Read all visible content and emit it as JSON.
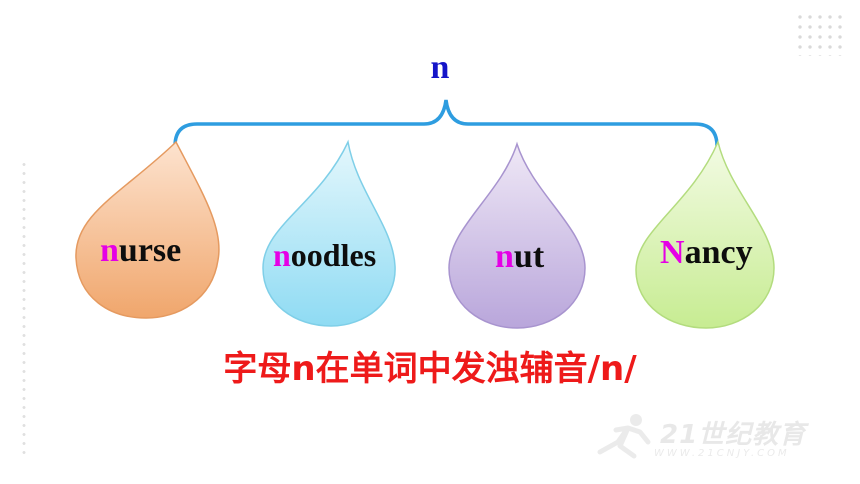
{
  "top_letter": "n",
  "words": [
    {
      "first": "n",
      "rest": "urse",
      "fill_top": "#fde3cf",
      "fill_bottom": "#f0a66c",
      "stroke": "#e59a60"
    },
    {
      "first": "n",
      "rest": "oodles",
      "fill_top": "#e4f7fc",
      "fill_bottom": "#8fdbf3",
      "stroke": "#7fcfe8"
    },
    {
      "first": "n",
      "rest": "ut",
      "fill_top": "#efe8f6",
      "fill_bottom": "#b9a6db",
      "stroke": "#a894cf"
    },
    {
      "first": "N",
      "rest": "ancy",
      "fill_top": "#f3fbe4",
      "fill_bottom": "#c7ec92",
      "stroke": "#b3dc7e"
    }
  ],
  "caption": "字母n在单词中发浊辅音/n/",
  "colors": {
    "brace": "#2e9de0",
    "top_letter": "#1414c8",
    "highlight": "#e500e5",
    "caption": "#ee1a1a"
  },
  "watermark": {
    "text": "21世纪教育",
    "sub": "WWW.21CNJY.COM"
  }
}
